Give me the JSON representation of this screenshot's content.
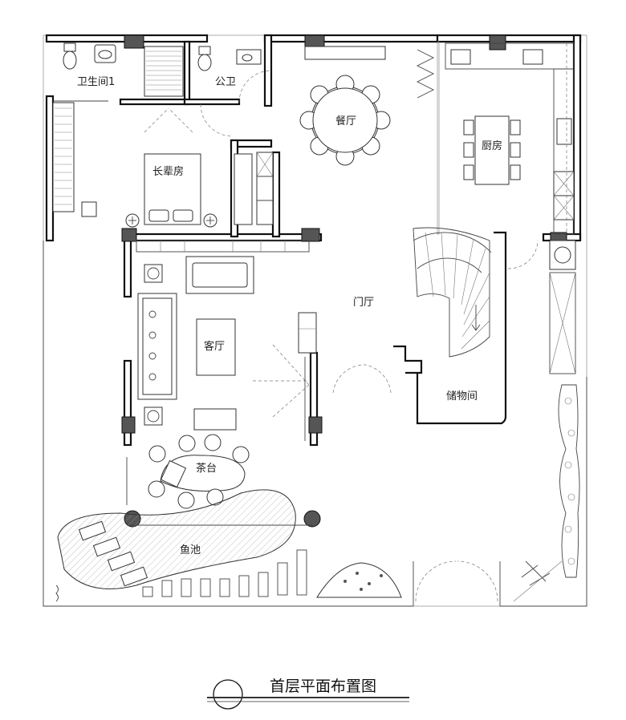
{
  "rooms": {
    "bathroom1": "卫生间1",
    "public_toilet": "公卫",
    "dining": "餐厅",
    "kitchen": "厨房",
    "elder_room": "长辈房",
    "foyer": "门厅",
    "living": "客厅",
    "storage": "储物间",
    "tea_table": "茶台",
    "fish_pond": "鱼池"
  },
  "title": "首层平面布置图"
}
